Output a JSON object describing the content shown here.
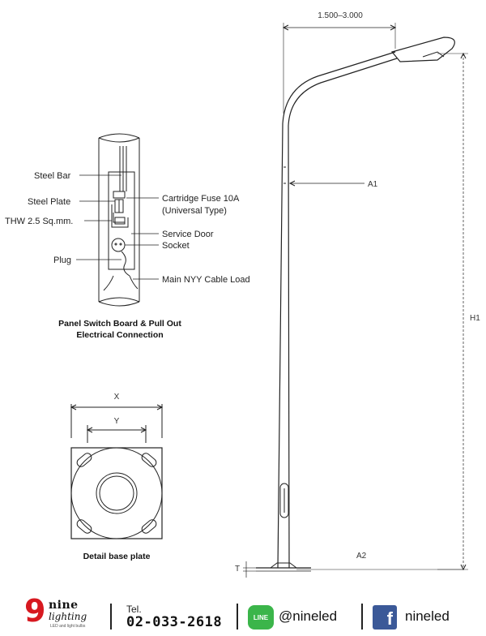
{
  "panel": {
    "labels": {
      "steel_bar": "Steel Bar",
      "steel_plate": "Steel Plate",
      "thw": "THW 2.5 Sq.mm.",
      "plug": "Plug",
      "cartridge_fuse": "Cartridge Fuse 10A",
      "universal_type": "(Universal Type)",
      "service_door": "Service Door",
      "socket": "Socket",
      "cable": "Main NYY Cable Load"
    },
    "caption_line1": "Panel Switch Board & Pull Out",
    "caption_line2": "Electrical Connection"
  },
  "base_plate": {
    "dim_x": "X",
    "dim_y": "Y",
    "caption": "Detail base plate"
  },
  "pole": {
    "arm_length": "1.500–3.000",
    "dim_a1": "A1",
    "dim_a2": "A2",
    "dim_h1": "H1",
    "dim_t": "T"
  },
  "footer": {
    "logo_nine": "9",
    "logo_word": "nine",
    "logo_word2": "lighting",
    "logo_tagline": "LED and light bulbs",
    "tel_label": "Tel.",
    "tel_number": "02-033-2618",
    "line_badge": "LINE",
    "line_handle": "@nineled",
    "fb_badge": "f",
    "fb_handle": "nineled"
  },
  "colors": {
    "line_green": "#3bb54a",
    "facebook_blue": "#3b5998",
    "logo_red": "#d71920"
  }
}
